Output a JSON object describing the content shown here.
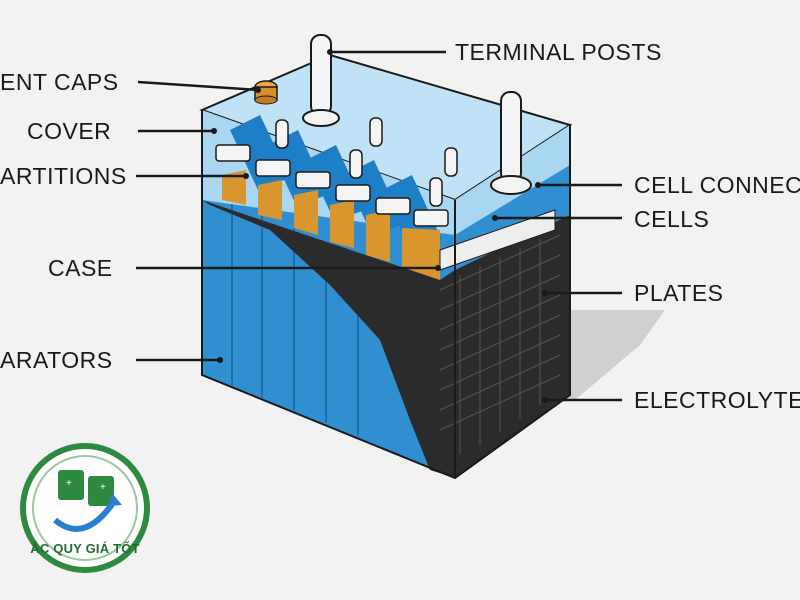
{
  "labels": {
    "vent_caps": "ENT CAPS",
    "cover": "COVER",
    "partitions": "ARTITIONS",
    "case": "CASE",
    "separators": "ARATORS",
    "terminal_posts": "TERMINAL POSTS",
    "cell_connectors": "CELL CONNEC",
    "cells": "CELLS",
    "plates": "PLATES",
    "electrolyte": "ELECTROLYTE"
  },
  "logo": {
    "text": "ẮC QUY GIÁ TỐT"
  },
  "colors": {
    "background": "#f2f2f2",
    "case_blue": "#2f8fd0",
    "cover_blue": "#a9d6f2",
    "partition_blue": "#1f7fc6",
    "plate_dark": "#2b2b2b",
    "plate_orange": "#d9962e",
    "logo_green": "#2e8a3e"
  }
}
